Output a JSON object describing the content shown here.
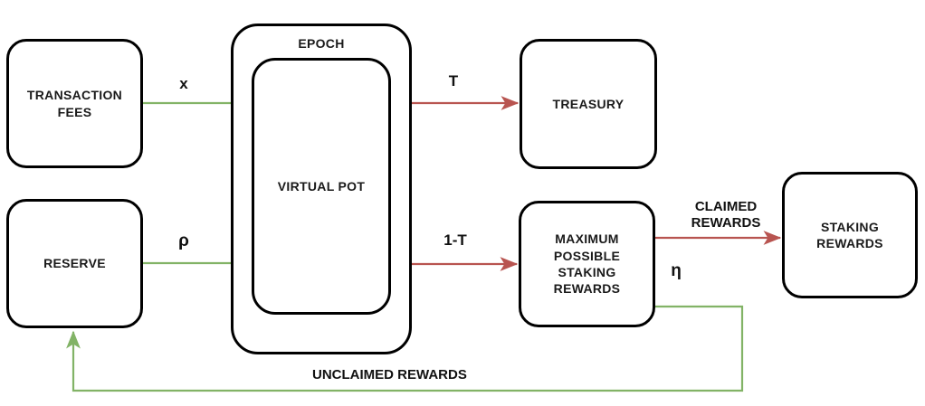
{
  "diagram": {
    "title": "Cardano reward flow: epoch virtual pot distribution",
    "colors": {
      "node_border": "#000000",
      "node_fill": "#ffffff",
      "green_flow": "#82b366",
      "red_flow": "#b85450",
      "text": "#111111"
    },
    "nodes": [
      {
        "id": "transaction-fees",
        "label": "TRANSACTION\nFEES"
      },
      {
        "id": "reserve",
        "label": "RESERVE"
      },
      {
        "id": "epoch",
        "label": "EPOCH"
      },
      {
        "id": "virtual-pot",
        "label": "VIRTUAL POT"
      },
      {
        "id": "treasury",
        "label": "TREASURY"
      },
      {
        "id": "mpsr",
        "label": "MAXIMUM\nPOSSIBLE\nSTAKING\nREWARDS"
      },
      {
        "id": "staking-rewards",
        "label": "STAKING\nREWARDS"
      }
    ],
    "edges": [
      {
        "id": "fees-to-pot",
        "label": "x",
        "color": "green",
        "from": "transaction-fees",
        "to": "virtual-pot"
      },
      {
        "id": "reserve-to-pot",
        "label": "ρ",
        "color": "green",
        "from": "reserve",
        "to": "virtual-pot"
      },
      {
        "id": "pot-to-treasury",
        "label": "T",
        "color": "red",
        "from": "virtual-pot",
        "to": "treasury"
      },
      {
        "id": "pot-to-mpsr",
        "label": "1-T",
        "color": "red",
        "from": "virtual-pot",
        "to": "mpsr"
      },
      {
        "id": "mpsr-to-staking",
        "label": "CLAIMED\nREWARDS",
        "color": "red",
        "from": "mpsr",
        "to": "staking-rewards"
      },
      {
        "id": "mpsr-eta",
        "label": "η",
        "color": "red",
        "from": "mpsr",
        "to": "staking-rewards"
      },
      {
        "id": "mpsr-to-reserve",
        "label": "UNCLAIMED REWARDS",
        "color": "green",
        "from": "mpsr",
        "to": "reserve"
      }
    ]
  }
}
